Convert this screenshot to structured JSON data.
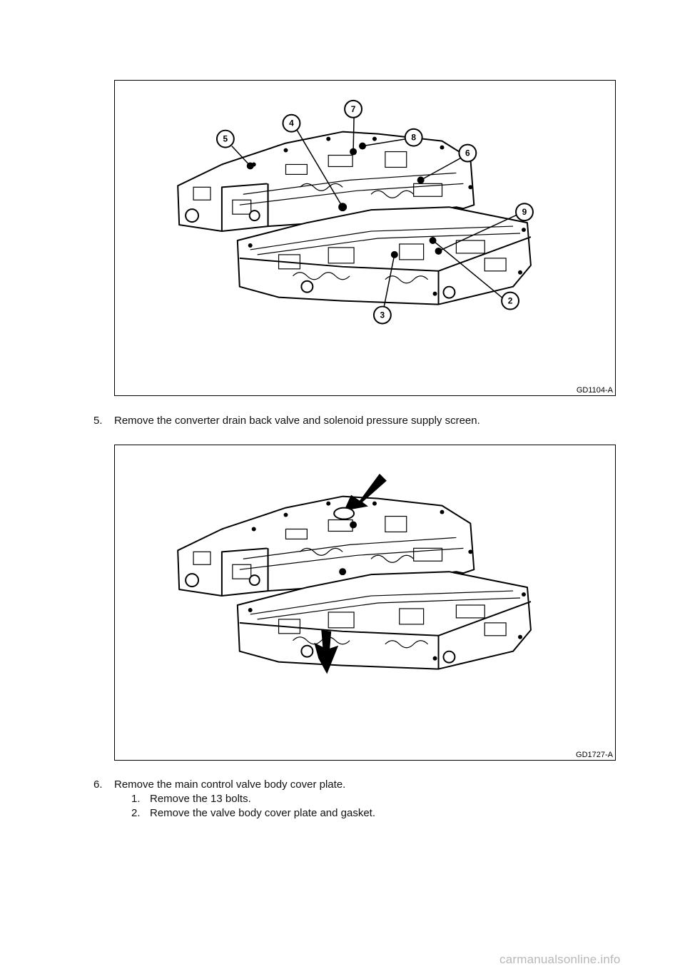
{
  "figure1": {
    "code": "GD1104-A",
    "callouts": [
      "5",
      "4",
      "7",
      "8",
      "6",
      "9",
      "2",
      "3"
    ]
  },
  "step5": {
    "number": "5.",
    "text": "Remove the converter drain back valve and solenoid pressure supply screen."
  },
  "figure2": {
    "code": "GD1727-A"
  },
  "step6": {
    "number": "6.",
    "text": "Remove the main control valve body cover plate.",
    "substeps": [
      {
        "number": "1.",
        "text": "Remove the 13 bolts."
      },
      {
        "number": "2.",
        "text": "Remove the valve body cover plate and gasket."
      }
    ]
  },
  "watermark": "carmanualsonline.info"
}
